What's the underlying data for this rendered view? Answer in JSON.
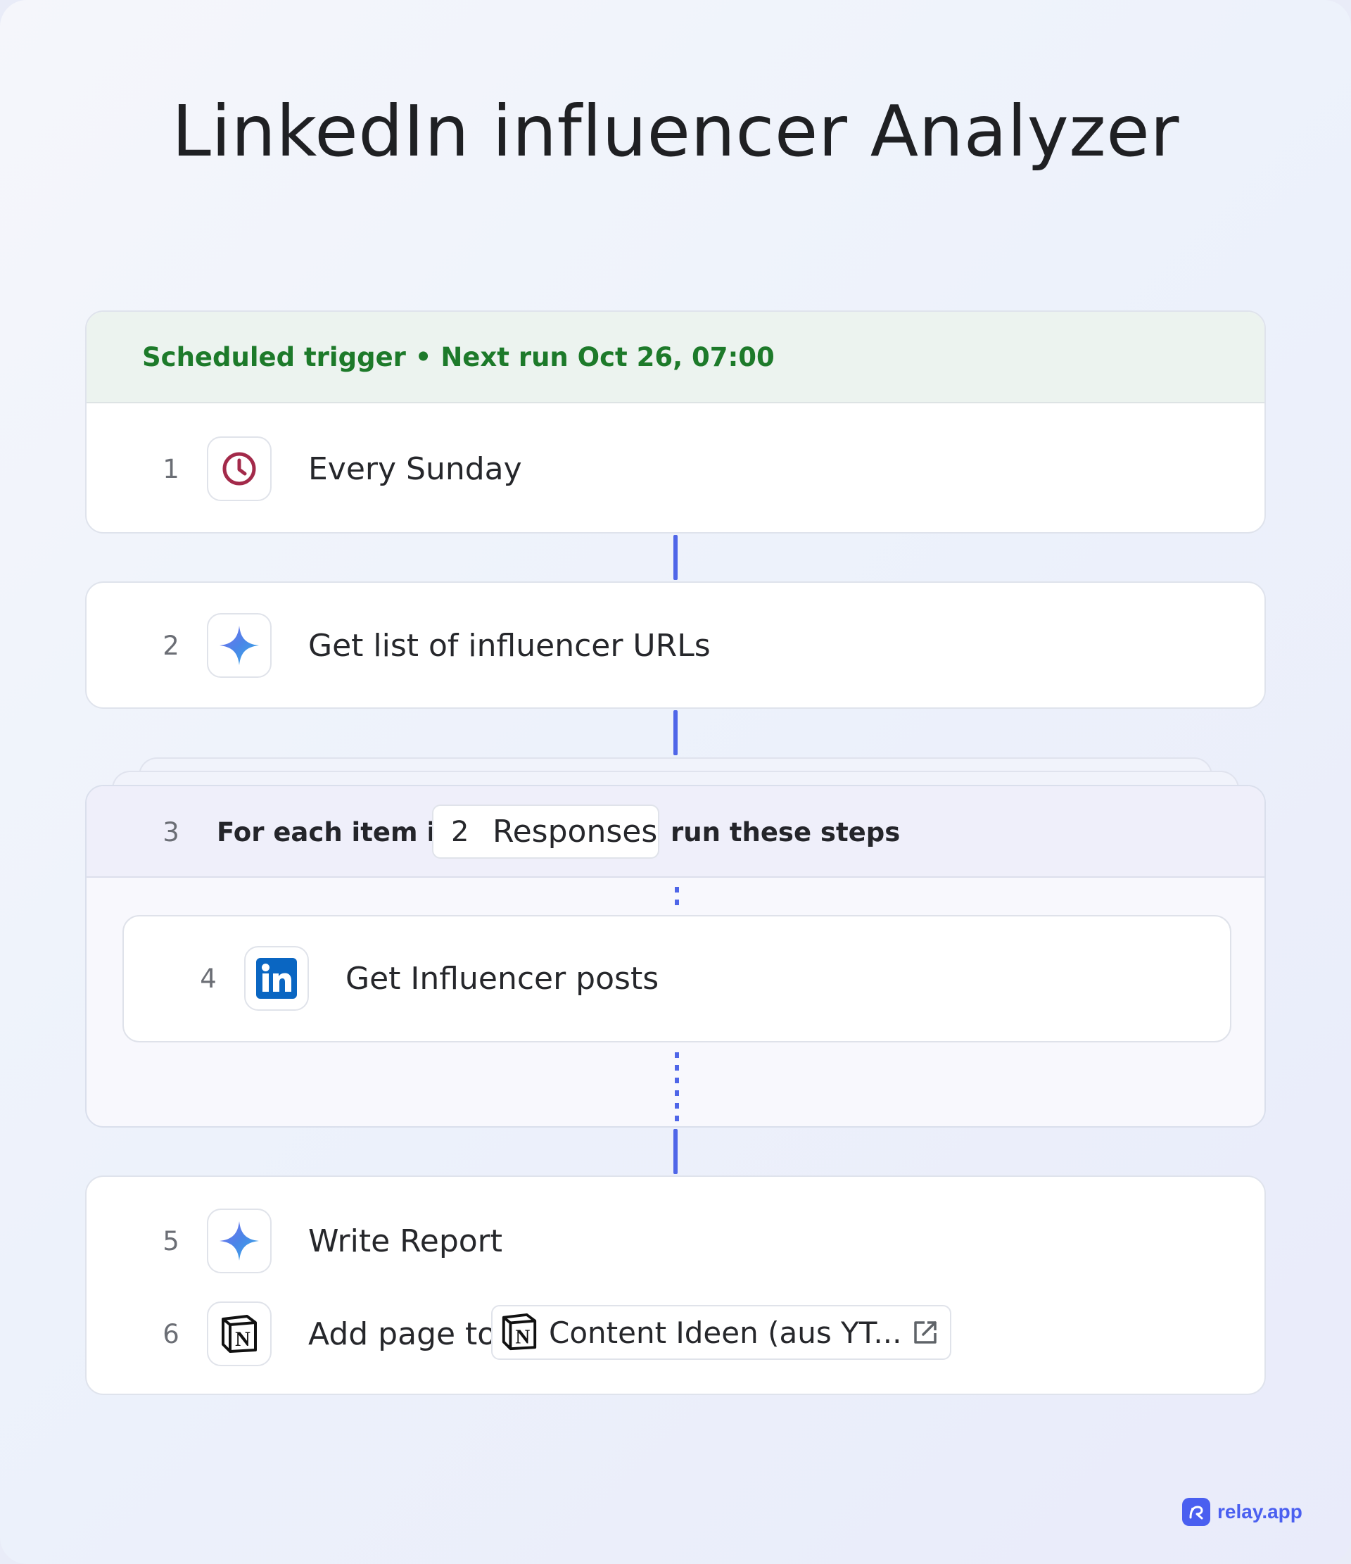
{
  "title": "LinkedIn influencer Analyzer",
  "trigger": {
    "header": "Scheduled trigger • Next run Oct 26, 07:00",
    "steps": [
      {
        "number": "1",
        "label": "Every Sunday",
        "icon": "clock-icon"
      }
    ]
  },
  "step2": {
    "number": "2",
    "label": "Get list of influencer URLs",
    "icon": "sparkle-icon"
  },
  "loop": {
    "number": "3",
    "prefix": "For each item in",
    "chip_number": "2",
    "chip_label": "Responses",
    "suffix": "run these steps",
    "inner_step": {
      "number": "4",
      "label": "Get Influencer posts",
      "icon": "linkedin-icon"
    }
  },
  "final": {
    "step5": {
      "number": "5",
      "label": "Write Report",
      "icon": "sparkle-icon"
    },
    "step6": {
      "number": "6",
      "label": "Add page to",
      "icon": "notion-icon",
      "target": "Content Ideen (aus YT...",
      "target_icon": "notion-icon",
      "link_icon": "external-link-icon"
    }
  },
  "brand": {
    "name": "relay.app",
    "accent": "#4a5ff0"
  },
  "colors": {
    "connector": "#4f66e8",
    "trigger_text": "#1d7a2a",
    "clock": "#a32a4a"
  }
}
